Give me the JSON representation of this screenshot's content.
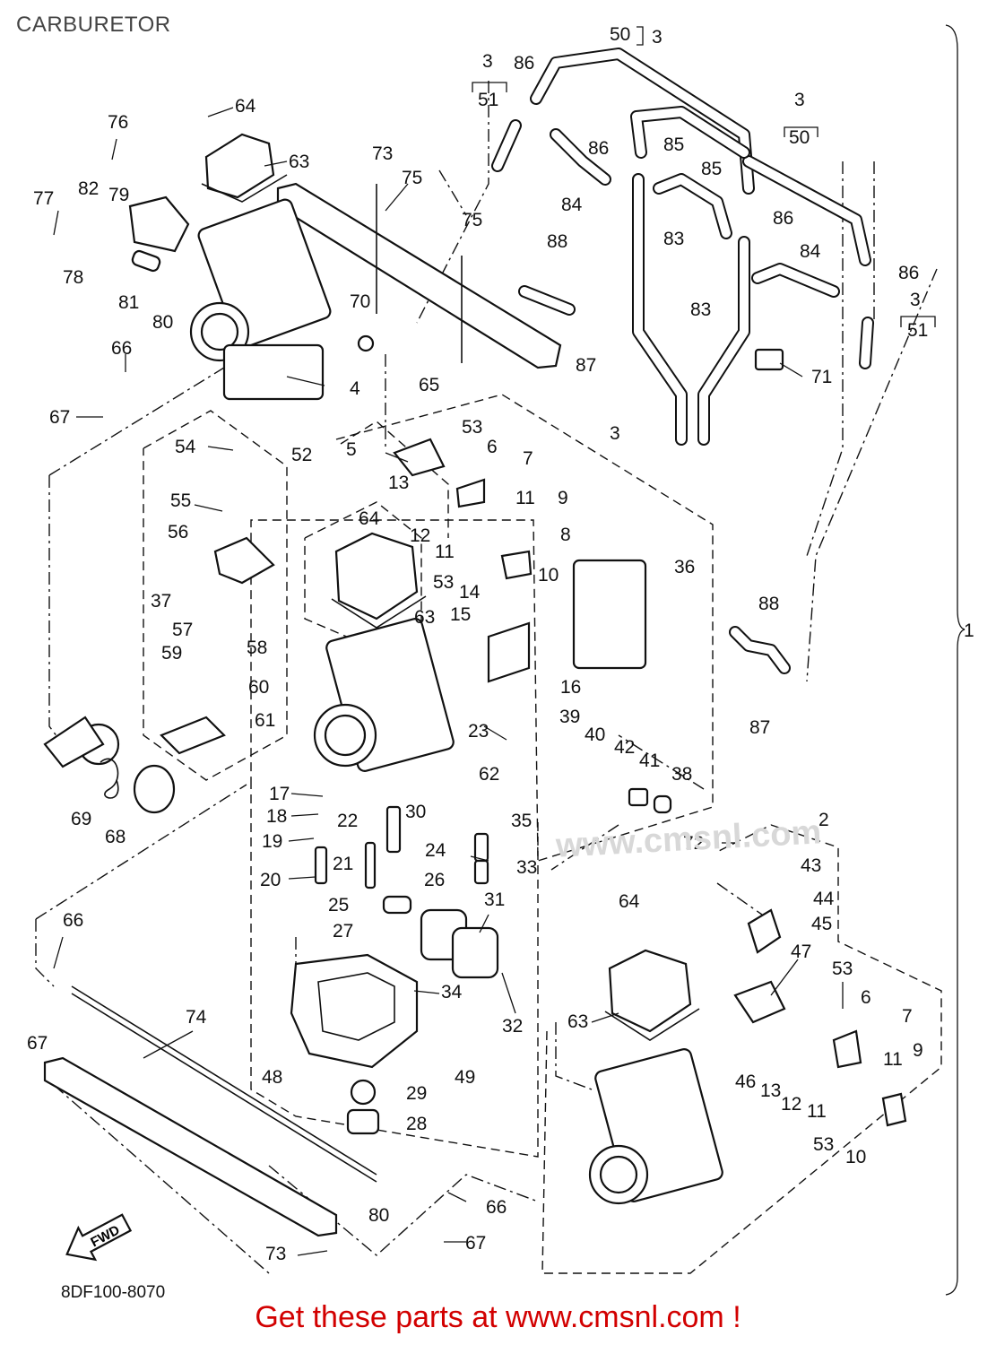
{
  "title": "CARBURETOR",
  "reference_code": "8DF100-8070",
  "promo_text": "Get these parts at www.cmsnl.com !",
  "watermark": "www.cmsnl.com",
  "fwd_label": "FWD",
  "brace_label": "1",
  "callouts": {
    "c50t": "50",
    "c3t": "3",
    "c3a": "3",
    "c51a": "51",
    "c86a": "86",
    "c64a": "64",
    "c76": "76",
    "c63a": "63",
    "c73a": "73",
    "c75a": "75",
    "c3b": "3",
    "c50b": "50",
    "c86b": "86",
    "c85a": "85",
    "c85b": "85",
    "c86c": "86",
    "c77": "77",
    "c82": "82",
    "c79": "79",
    "c84a": "84",
    "c75b": "75",
    "c88a": "88",
    "c83a": "83",
    "c84b": "84",
    "c86d": "86",
    "c3c": "3",
    "c51b": "51",
    "c78": "78",
    "c81": "81",
    "c80a": "80",
    "c70": "70",
    "c83b": "83",
    "c66a": "66",
    "c87a": "87",
    "c71": "71",
    "c4": "4",
    "c65": "65",
    "c67a": "67",
    "c53a": "53",
    "c3d": "3",
    "c54": "54",
    "c52": "52",
    "c5": "5",
    "c6a": "6",
    "c7a": "7",
    "c13a": "13",
    "c11a": "11",
    "c9a": "9",
    "c64b": "64",
    "c12a": "12",
    "c11b": "11",
    "c8": "8",
    "c55": "55",
    "c56": "56",
    "c36": "36",
    "c10a": "10",
    "c37": "37",
    "c53b": "53",
    "c14": "14",
    "c15": "15",
    "c63b": "63",
    "c88b": "88",
    "c57": "57",
    "c58": "58",
    "c59": "59",
    "c60": "60",
    "c16": "16",
    "c61": "61",
    "c87b": "87",
    "c39": "39",
    "c23": "23",
    "c40": "40",
    "c42": "42",
    "c41": "41",
    "c38": "38",
    "c62": "62",
    "c17": "17",
    "c69": "69",
    "c30": "30",
    "c35": "35",
    "c18": "18",
    "c22": "22",
    "c2": "2",
    "c68": "68",
    "c19": "19",
    "c72": "72",
    "c24": "24",
    "c43": "43",
    "c21": "21",
    "c33": "33",
    "c20": "20",
    "c26": "26",
    "c44": "44",
    "c25": "25",
    "c31": "31",
    "c45": "45",
    "c66b": "66",
    "c27": "27",
    "c64c": "64",
    "c47": "47",
    "c53c": "53",
    "c34": "34",
    "c74": "74",
    "c6b": "6",
    "c7b": "7",
    "c32": "32",
    "c63c": "63",
    "c67b": "67",
    "c48": "48",
    "c49": "49",
    "c46": "46",
    "c13b": "13",
    "c12b": "12",
    "c11c": "11",
    "c11d": "11",
    "c9b": "9",
    "c29": "29",
    "c28": "28",
    "c53d": "53",
    "c10b": "10",
    "c80b": "80",
    "c66c": "66",
    "c67c": "67",
    "c73b": "73"
  }
}
